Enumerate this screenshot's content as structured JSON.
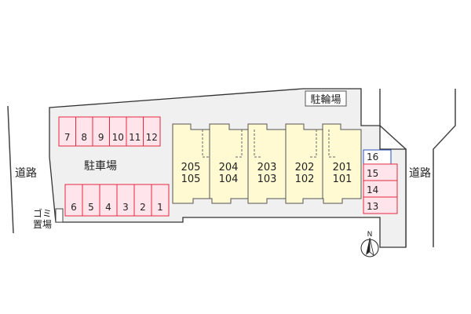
{
  "labels": {
    "road_left": "道路",
    "road_right": "道路",
    "parking": "駐車場",
    "bicycle_parking": "駐輪場",
    "garbage_line1": "ゴミ",
    "garbage_line2": "置場",
    "north": "N"
  },
  "parking_top": [
    "7",
    "8",
    "9",
    "10",
    "11",
    "12"
  ],
  "parking_bottom": [
    "6",
    "5",
    "4",
    "3",
    "2",
    "1"
  ],
  "parking_right": [
    "16",
    "15",
    "14",
    "13"
  ],
  "units": [
    {
      "upper": "205",
      "lower": "105"
    },
    {
      "upper": "204",
      "lower": "104"
    },
    {
      "upper": "203",
      "lower": "103"
    },
    {
      "upper": "202",
      "lower": "102"
    },
    {
      "upper": "201",
      "lower": "101"
    }
  ],
  "colors": {
    "ground": "#f0f0f0",
    "building": "#fffad2",
    "parking_fill": "#ffe4ec",
    "parking_border": "#e5283e",
    "highlight_border": "#2a52be"
  }
}
